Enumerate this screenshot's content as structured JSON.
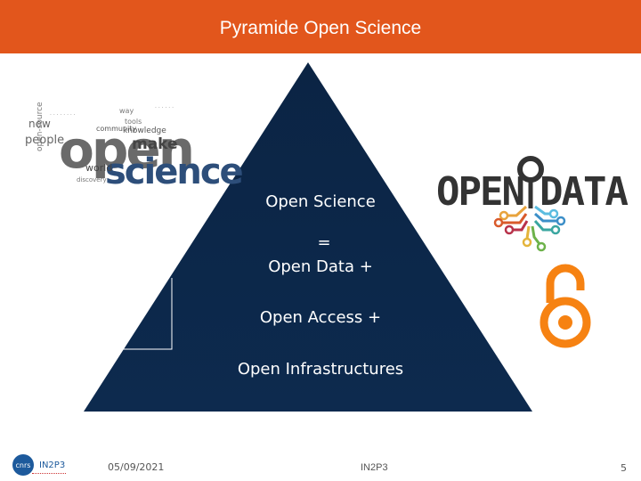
{
  "header": {
    "title": "Pyramide Open Science",
    "bg_color": "#e2561c"
  },
  "pyramid": {
    "color": "#0d2a4e",
    "lines": [
      "Open Science",
      "=",
      "Open Data +",
      "Open Access +",
      "Open Infrastructures"
    ]
  },
  "wordcloud": {
    "icon": "open-science-wordcloud",
    "words": [
      "open",
      "science",
      "people",
      "make",
      "world",
      "community",
      "knowledge",
      "open-source",
      "way",
      "tools",
      "discovery",
      "new"
    ]
  },
  "open_data_logo": {
    "icon": "open-data-logo",
    "text_left": "OPEN",
    "text_right": "DATA"
  },
  "open_access_logo": {
    "icon": "open-access-lock-icon",
    "color": "#f68212"
  },
  "footer": {
    "org_logo": "cnrs-logo",
    "org_label": "IN2P3",
    "date": "05/09/2021",
    "center": "IN2P3",
    "page_number": "5"
  }
}
